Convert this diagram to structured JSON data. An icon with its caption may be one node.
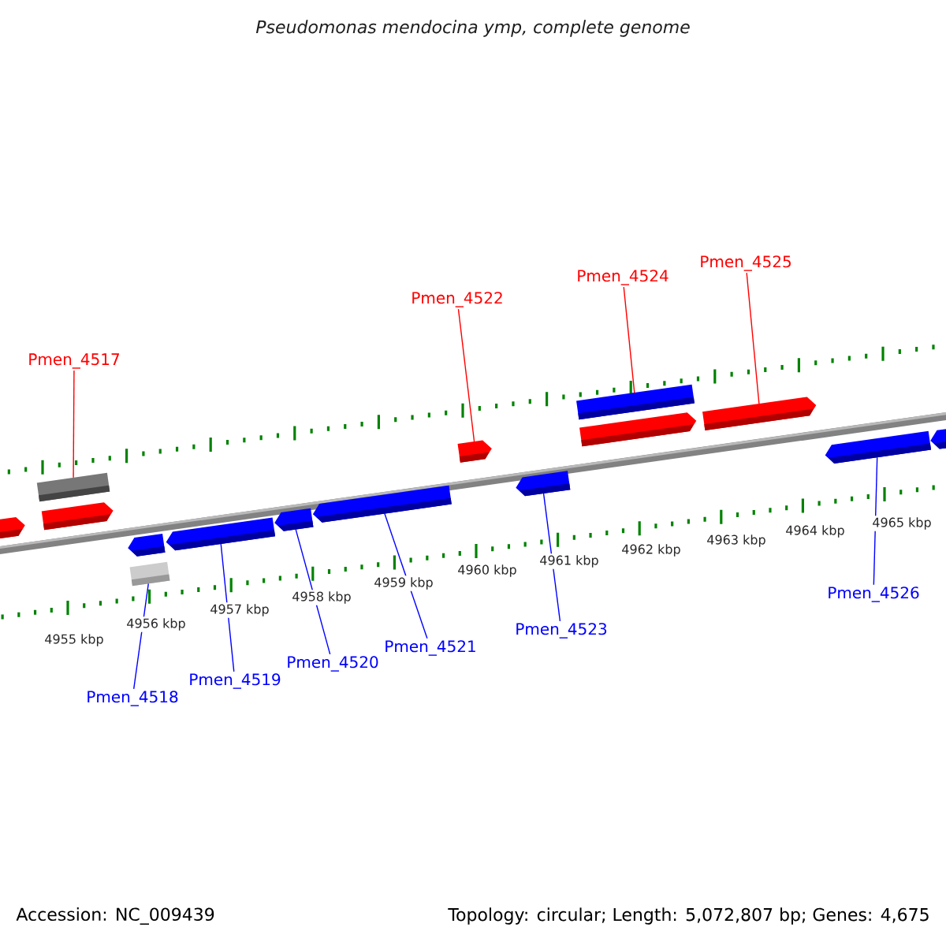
{
  "diagram": {
    "title": "Pseudomonas mendocina ymp, complete genome",
    "nodes": [
      {
        "text": [
          "Pmen_4517"
        ]
      },
      {
        "text": [
          "Pmen_4522"
        ]
      },
      {
        "text": [
          "Pmen_4524"
        ]
      },
      {
        "text": [
          "Pmen_4525"
        ]
      },
      {
        "text": [
          "Pmen_4518"
        ]
      },
      {
        "text": [
          "Pmen_4519"
        ]
      },
      {
        "text": [
          "Pmen_4520"
        ]
      },
      {
        "text": [
          "Pmen_4521"
        ]
      },
      {
        "text": [
          "Pmen_4523"
        ]
      },
      {
        "text": [
          "Pmen_4526"
        ]
      },
      {
        "text": [],
        "shape": "pentagon"
      },
      {
        "text": [],
        "shape": "box"
      },
      {
        "text": [],
        "shape": "pentagon"
      },
      {
        "text": [],
        "shape": "pentagon"
      },
      {
        "text": [],
        "shape": "box"
      },
      {
        "text": [],
        "shape": "pentagon"
      },
      {
        "text": [],
        "shape": "pentagon"
      },
      {
        "text": [],
        "shape": "pentagon"
      },
      {
        "text": [],
        "shape": "pentagon"
      },
      {
        "text": [],
        "shape": "pentagon"
      },
      {
        "text": [],
        "shape": "box"
      },
      {
        "text": [],
        "shape": "pentagon"
      },
      {
        "text": [],
        "shape": "pentagon"
      },
      {
        "text": [],
        "shape": "pentagon"
      },
      {
        "text": [],
        "shape": "pentagon"
      }
    ],
    "edges": [
      {
        "from": 0,
        "to": 11,
        "arrow": "none",
        "color": "#ff0000"
      },
      {
        "from": 1,
        "to": 18,
        "arrow": "none",
        "color": "#ff0000"
      },
      {
        "from": 2,
        "to": 20,
        "arrow": "none",
        "color": "#ff0000"
      },
      {
        "from": 3,
        "to": 22,
        "arrow": "none",
        "color": "#ff0000"
      },
      {
        "from": 4,
        "to": 14,
        "arrow": "none"
      },
      {
        "from": 5,
        "to": 15,
        "arrow": "none"
      },
      {
        "from": 6,
        "to": 16,
        "arrow": "none"
      },
      {
        "from": 7,
        "to": 17,
        "arrow": "none"
      },
      {
        "from": 8,
        "to": 19,
        "arrow": "none"
      },
      {
        "from": 9,
        "to": 23,
        "arrow": "none"
      }
    ],
    "labels": [
      "4955 kbp",
      "4956 kbp",
      "4957 kbp",
      "4958 kbp",
      "4959 kbp",
      "4960 kbp",
      "4961 kbp",
      "4962 kbp",
      "4963 kbp",
      "4964 kbp",
      "4965 kbp",
      "Accession: NC_009439",
      "Topology: circular; Length: 5,072,807 bp; Genes: 4,675"
    ]
  }
}
